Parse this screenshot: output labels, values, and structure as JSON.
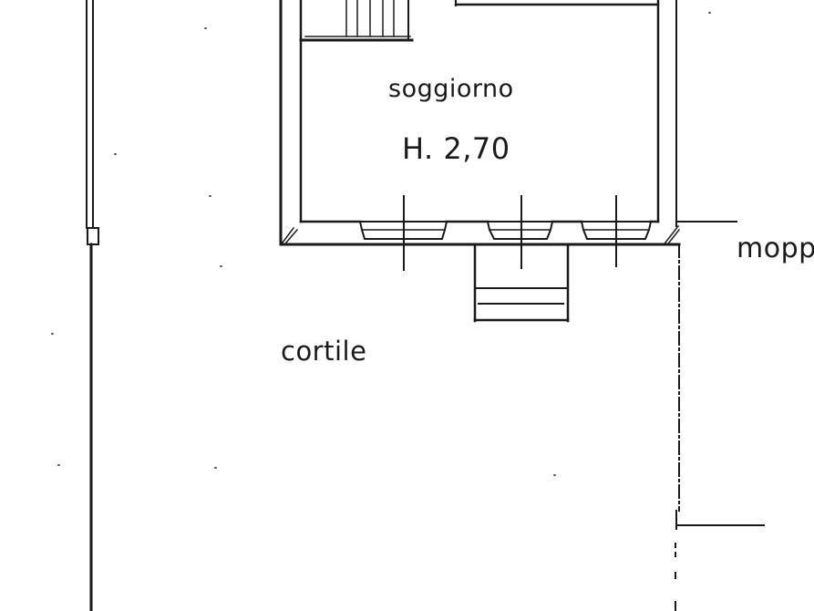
{
  "plan": {
    "room_name": "soggiorno",
    "room_height": "H.  2,70",
    "courtyard_label": "cortile",
    "parcel_label": "mopp"
  },
  "colors": {
    "ink": "#1a1a1a",
    "paper": "#ffffff"
  }
}
